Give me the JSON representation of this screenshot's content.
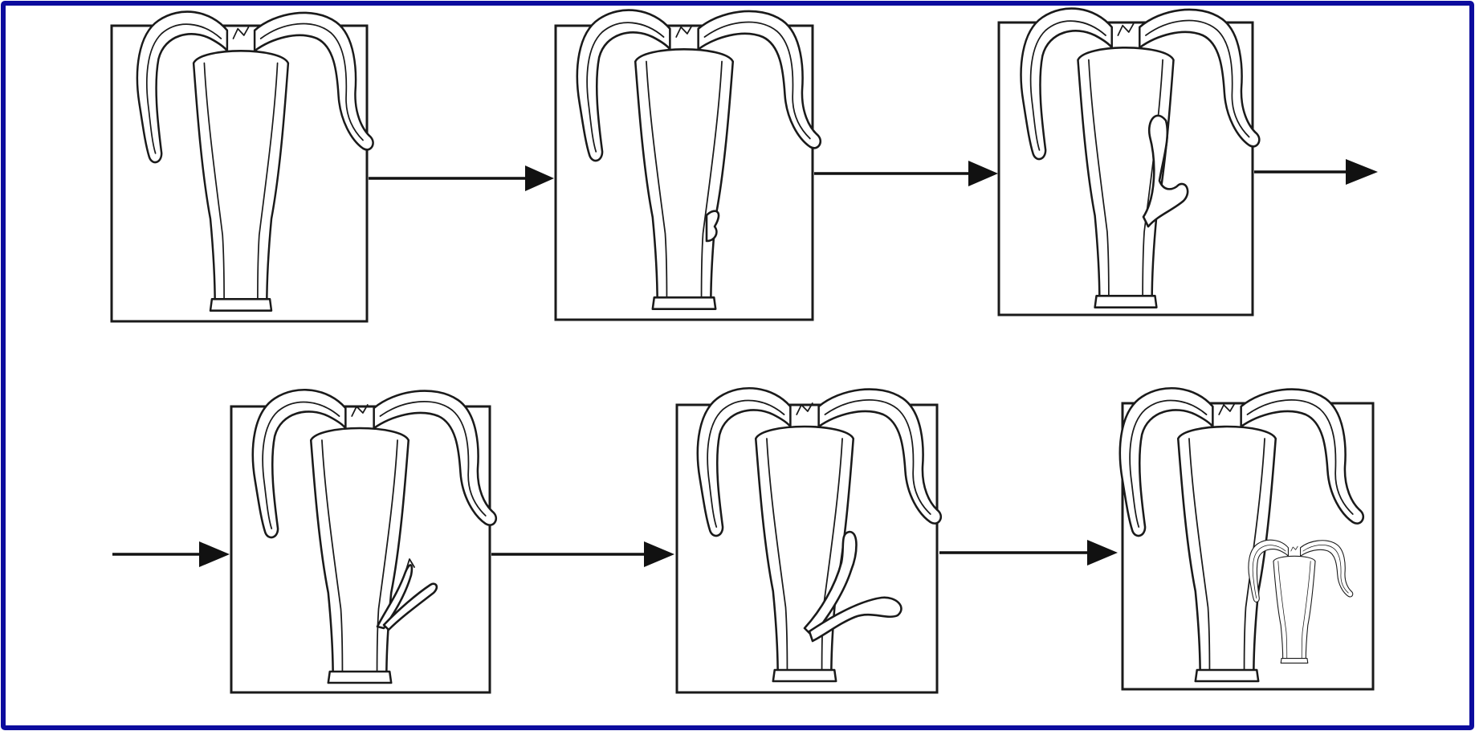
{
  "figure": {
    "frame_color": "#0c0c9e",
    "panel_count": 6,
    "panels": [
      {
        "id": "p1",
        "bud": "none"
      },
      {
        "id": "p2",
        "bud": "small-bulge"
      },
      {
        "id": "p3",
        "bud": "hooked-bud"
      },
      {
        "id": "p4",
        "bud": "flowering-tubes"
      },
      {
        "id": "p5",
        "bud": "growing-tubes"
      },
      {
        "id": "p6",
        "bud": "detached-copy"
      }
    ],
    "arrows": [
      {
        "from": "p1",
        "to": "p2"
      },
      {
        "from": "p2",
        "to": "p3"
      },
      {
        "from": "p3",
        "to": "row-break"
      },
      {
        "from": "row-break",
        "to": "p4"
      },
      {
        "from": "p4",
        "to": "p5"
      },
      {
        "from": "p5",
        "to": "p6"
      }
    ]
  }
}
